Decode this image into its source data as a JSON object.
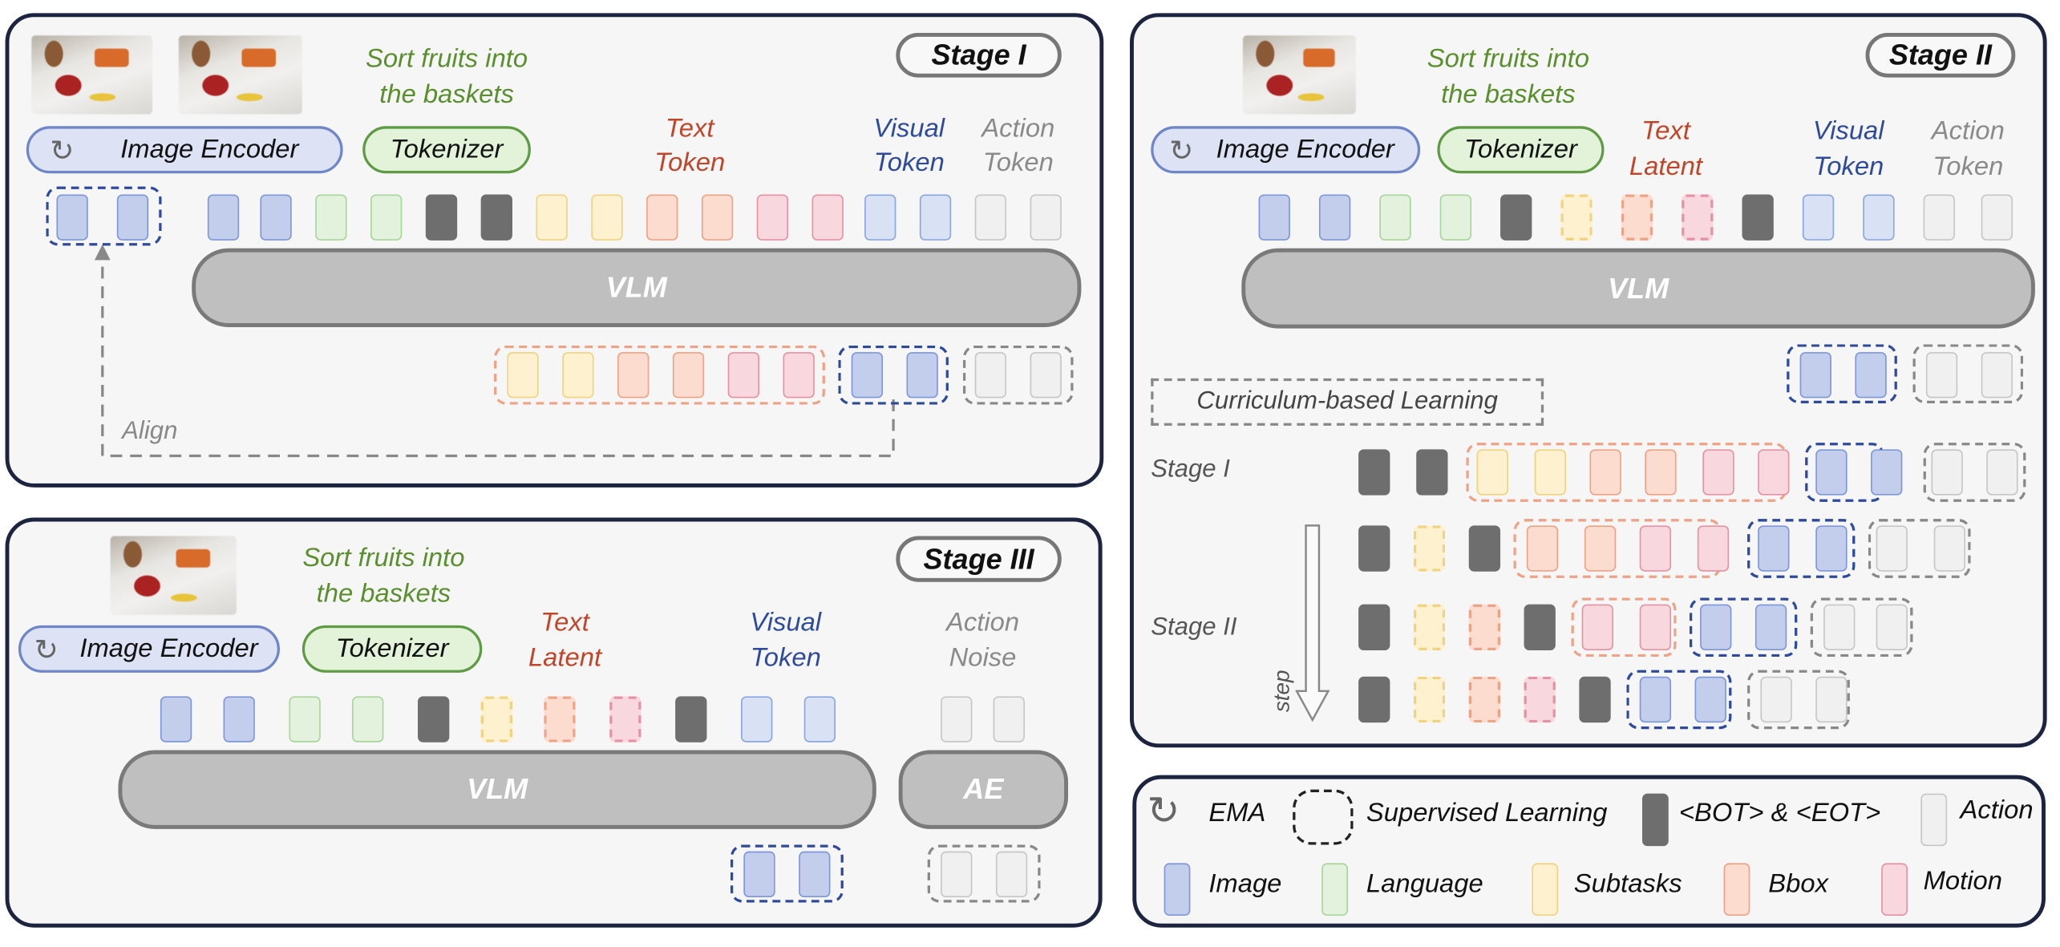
{
  "colors": {
    "image": {
      "fill": "#c3cdec",
      "border": "#7d97d8"
    },
    "visual": {
      "fill": "#d9e2f5",
      "border": "#8aa6e0"
    },
    "language": {
      "fill": "#e3f2dc",
      "border": "#a8d59a"
    },
    "bot_eot": {
      "fill": "#6e6e6e",
      "border": "#6e6e6e"
    },
    "subtasks": {
      "fill": "#fdf1cf",
      "border": "#f0d27f"
    },
    "bbox": {
      "fill": "#fbdccf",
      "border": "#eea286"
    },
    "motion": {
      "fill": "#f9d7de",
      "border": "#e592a4"
    },
    "action": {
      "fill": "#f0f0f0",
      "border": "#c6c6c6"
    },
    "text_color": "#c0462a",
    "visual_color": "#2e4a9a",
    "action_color": "#8a8a8a",
    "instruction_color": "#5a8f2e",
    "panel_border": "#1d2440"
  },
  "stage1": {
    "badge": "Stage I",
    "instruction_line1": "Sort fruits into",
    "instruction_line2": "the baskets",
    "image_encoder": "Image Encoder",
    "tokenizer": "Tokenizer",
    "text_label": [
      "Text",
      "Token"
    ],
    "visual_label": [
      "Visual",
      "Token"
    ],
    "action_label": [
      "Action",
      "Token"
    ],
    "model": "VLM",
    "align": "Align"
  },
  "stage2": {
    "badge": "Stage II",
    "instruction_line1": "Sort fruits into",
    "instruction_line2": "the baskets",
    "image_encoder": "Image Encoder",
    "tokenizer": "Tokenizer",
    "text_label": [
      "Text",
      "Latent"
    ],
    "visual_label": [
      "Visual",
      "Token"
    ],
    "action_label": [
      "Action",
      "Token"
    ],
    "model": "VLM",
    "curriculum": "Curriculum-based Learning",
    "curriculum_stage1": "Stage I",
    "curriculum_stage2": "Stage II",
    "step": "step"
  },
  "stage3": {
    "badge": "Stage III",
    "instruction_line1": "Sort fruits into",
    "instruction_line2": "the baskets",
    "image_encoder": "Image Encoder",
    "tokenizer": "Tokenizer",
    "text_label": [
      "Text",
      "Latent"
    ],
    "visual_label": [
      "Visual",
      "Token"
    ],
    "action_label": [
      "Action",
      "Noise"
    ],
    "model": "VLM",
    "action_expert": "AE"
  },
  "legend": {
    "ema": "EMA",
    "supervised": "Supervised Learning",
    "bot_eot": "<BOT> & <EOT>",
    "action": "Action",
    "image": "Image",
    "language": "Language",
    "subtasks": "Subtasks",
    "bbox": "Bbox",
    "motion": "Motion"
  }
}
